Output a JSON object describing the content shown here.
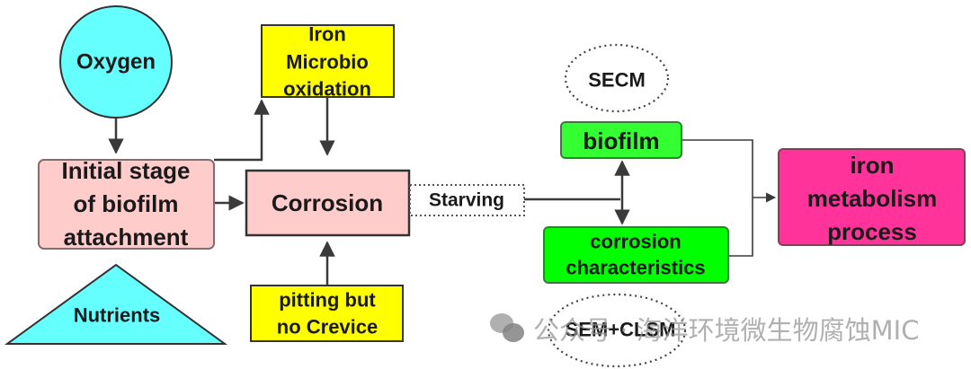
{
  "diagram": {
    "nodes": {
      "oxygen": {
        "label": [
          "Oxygen"
        ],
        "shape": "circle",
        "color": "#66ffff"
      },
      "iron_microbio": {
        "label": [
          "Iron",
          "Microbio",
          "oxidation"
        ],
        "shape": "rect",
        "color": "#ffff00"
      },
      "initial_stage": {
        "label": [
          "Initial stage",
          "of biofilm",
          "attachment"
        ],
        "shape": "rounded-rect",
        "color": "#ffcccc"
      },
      "corrosion": {
        "label": [
          "Corrosion"
        ],
        "shape": "rect",
        "color": "#ffcccc"
      },
      "nutrients": {
        "label": [
          "Nutrients"
        ],
        "shape": "triangle",
        "color": "#66ffff"
      },
      "pitting": {
        "label": [
          "pitting but",
          "no Crevice"
        ],
        "shape": "rect",
        "color": "#ffff00"
      },
      "starving": {
        "label": [
          "Starving"
        ],
        "shape": "dotted-rect",
        "color": "#ffffff"
      },
      "secm": {
        "label": [
          "SECM"
        ],
        "shape": "dotted-ellipse",
        "color": "#ffffff"
      },
      "biofilm": {
        "label": [
          "biofilm"
        ],
        "shape": "rounded-rect",
        "color": "#33ff33"
      },
      "corrosion_characteristics": {
        "label": [
          "corrosion",
          "characteristics"
        ],
        "shape": "rounded-rect",
        "color": "#00ff00"
      },
      "sem_clsm": {
        "label": [
          "SEM+CLSM"
        ],
        "shape": "dotted-ellipse",
        "color": "#ffffff"
      },
      "iron_metabolism": {
        "label": [
          "iron",
          "metabolism",
          "process"
        ],
        "shape": "rounded-rect",
        "color": "#ff3399"
      }
    },
    "edges": [
      {
        "from": "oxygen",
        "to": "initial_stage"
      },
      {
        "from": "initial_stage",
        "to": "iron_microbio"
      },
      {
        "from": "iron_microbio",
        "to": "corrosion"
      },
      {
        "from": "initial_stage",
        "to": "corrosion"
      },
      {
        "from": "pitting",
        "to": "corrosion"
      },
      {
        "from": "starving",
        "to": "biofilm"
      },
      {
        "from": "starving",
        "to": "corrosion_characteristics"
      },
      {
        "from": "biofilm",
        "to": "iron_metabolism"
      },
      {
        "from": "corrosion_characteristics",
        "to": "iron_metabolism"
      }
    ],
    "line_color": "#3a3a3a"
  },
  "watermark": {
    "text": "公众号 · 海洋环境微生物腐蚀MIC",
    "icon": "wechat-icon"
  }
}
